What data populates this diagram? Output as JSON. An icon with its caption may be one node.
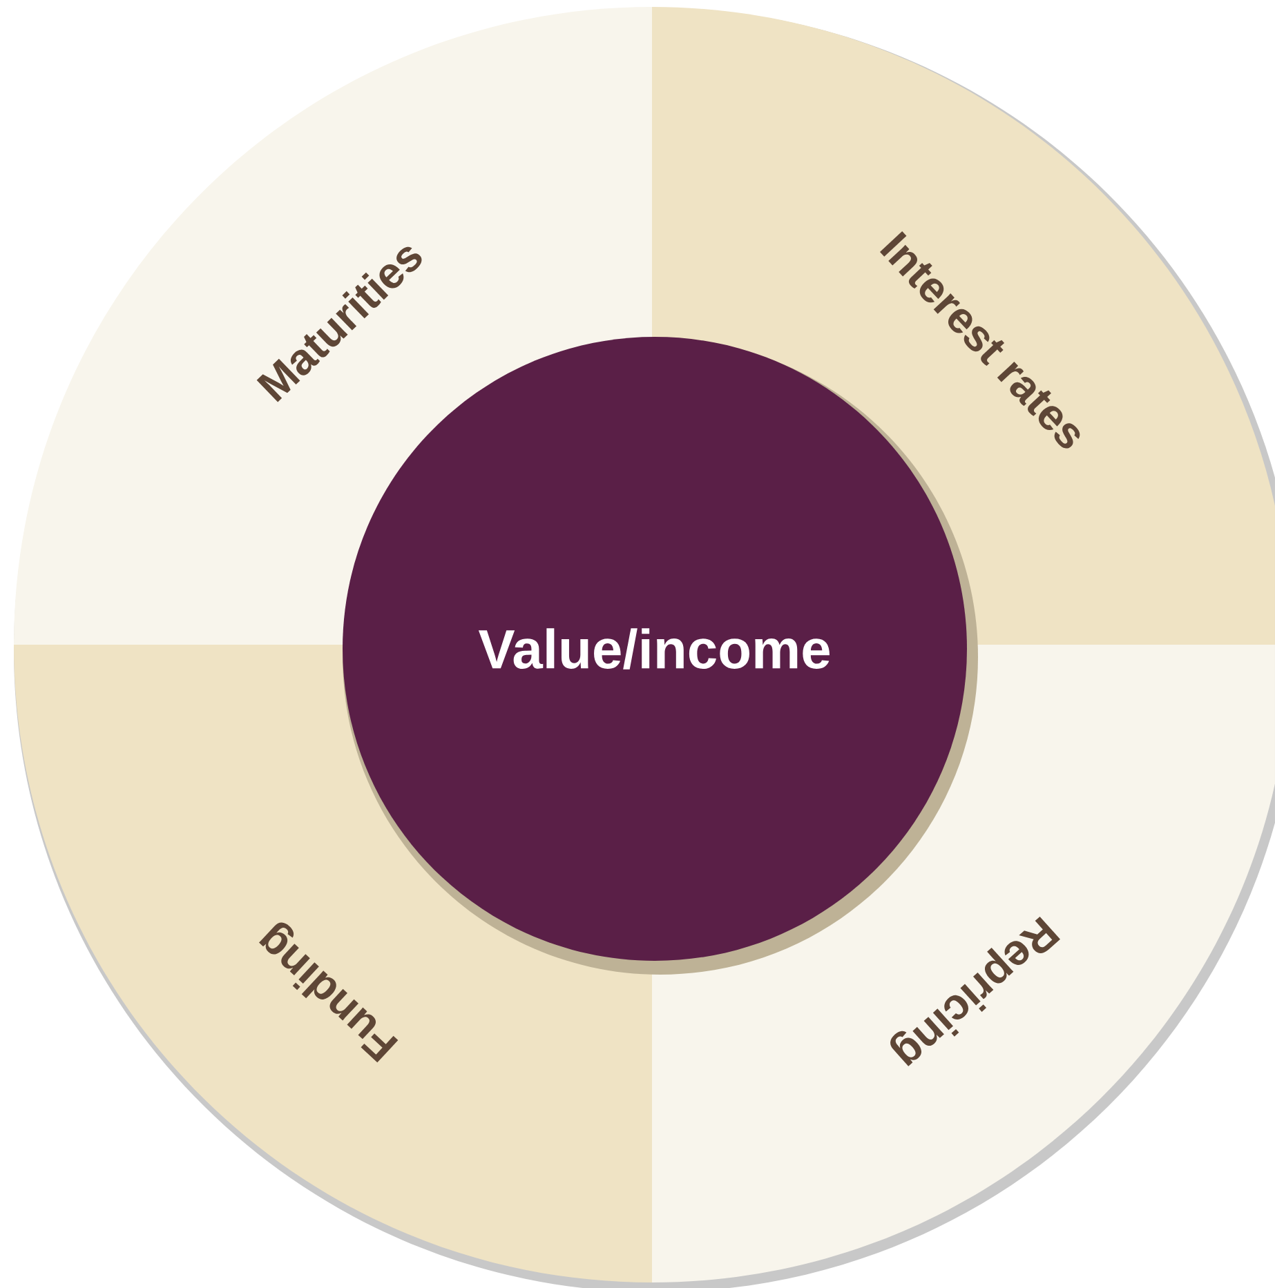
{
  "diagram": {
    "nodes": [
      {
        "text": [
          "Maturities"
        ]
      },
      {
        "text": [
          "Interest rates"
        ]
      },
      {
        "text": [
          "Value/income"
        ]
      },
      {
        "text": [
          "Funding"
        ]
      },
      {
        "text": [
          "Repricing"
        ]
      }
    ]
  }
}
